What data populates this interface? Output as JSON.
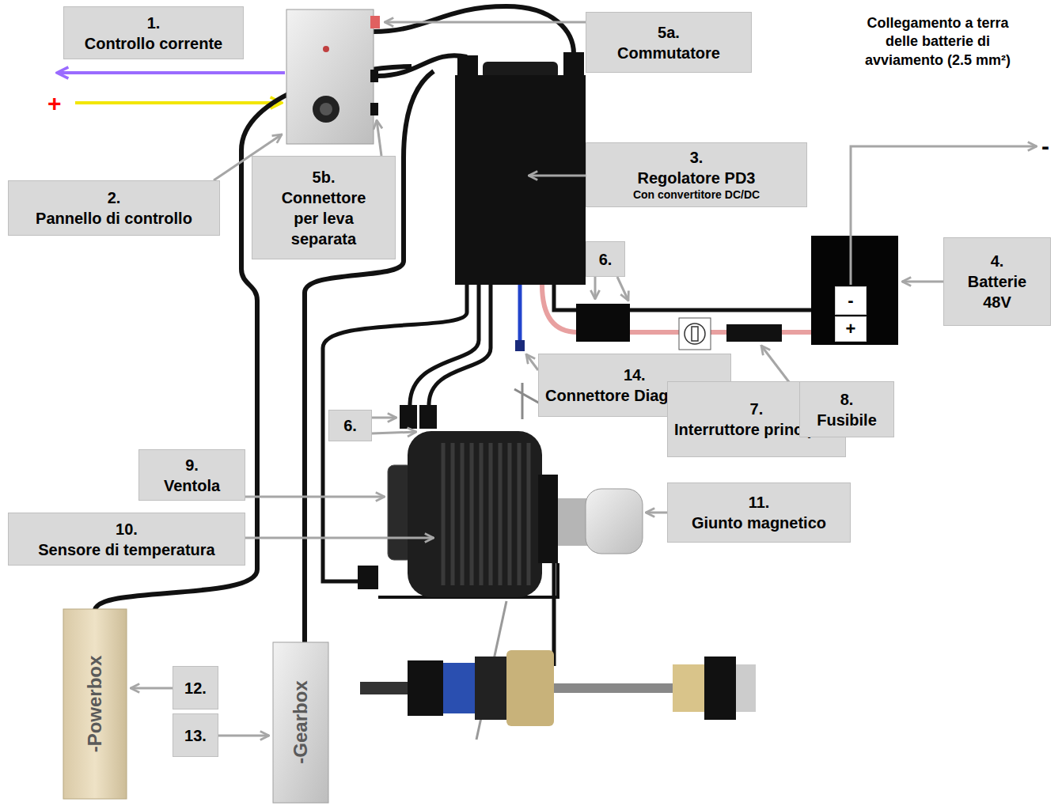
{
  "diagram": {
    "nodes": [
      {
        "text": [
          "1.",
          "Controllo corrente"
        ]
      },
      {
        "text": [
          "5a.",
          "Commutatore"
        ]
      },
      {
        "text": [
          "2.",
          "Pannello di controllo"
        ]
      },
      {
        "text": [
          "5b.",
          "Connettore per leva separata"
        ]
      },
      {
        "text": [
          "3.",
          "Regolatore PD3",
          "Con convertitore DC/DC"
        ]
      },
      {
        "text": [
          "6."
        ]
      },
      {
        "text": [
          "4.",
          "Batterie 48V"
        ]
      },
      {
        "text": [
          "14.",
          "Connettore Diagnostica"
        ]
      },
      {
        "text": [
          "7.",
          "Interruttore principale"
        ]
      },
      {
        "text": [
          "8.",
          "Fusibile"
        ]
      },
      {
        "text": [
          "6."
        ]
      },
      {
        "text": [
          "9.",
          "Ventola"
        ]
      },
      {
        "text": [
          "10.",
          "Sensore di temperatura"
        ]
      },
      {
        "text": [
          "11.",
          "Giunto magnetico"
        ]
      },
      {
        "text": [
          "12."
        ]
      },
      {
        "text": [
          "13."
        ]
      }
    ],
    "labels": [
      "Collegamento a terra delle batterie di avviamento (2.5 mm²)",
      "-",
      "+",
      "-",
      "+",
      "-Powerbox",
      "-Gearbox"
    ]
  }
}
